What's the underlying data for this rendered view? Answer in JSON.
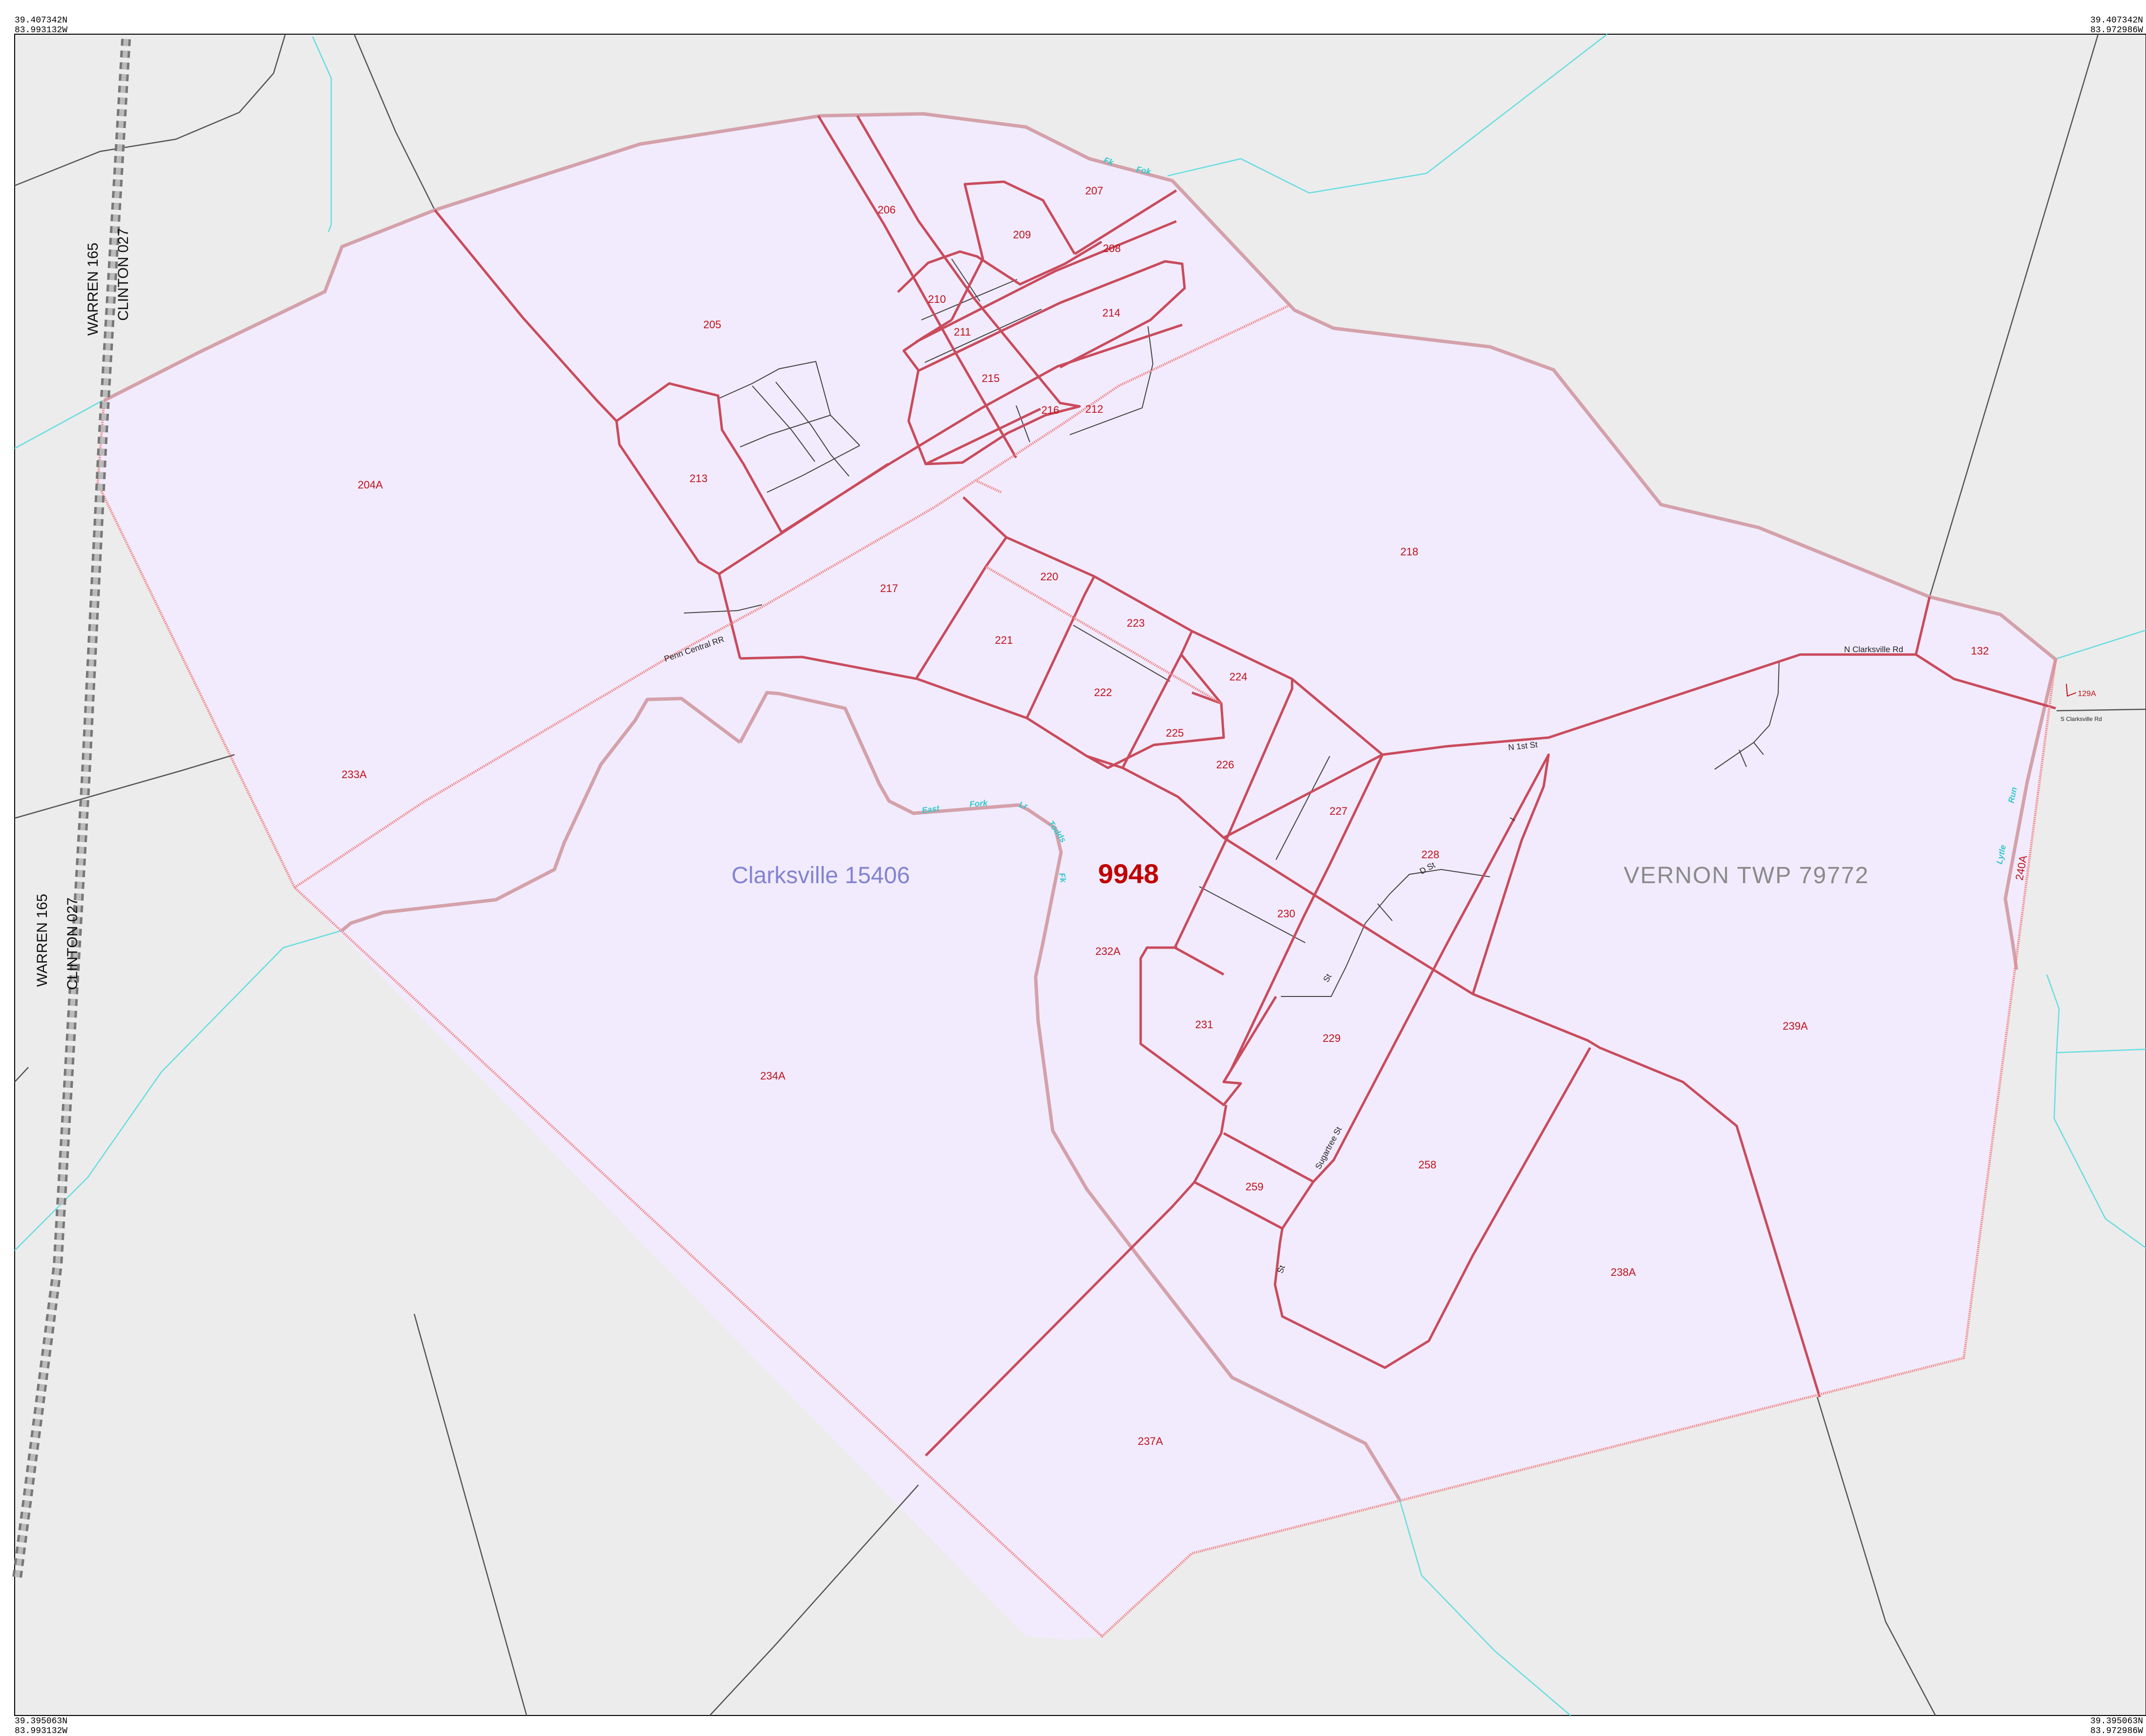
{
  "corners": {
    "top_left": {
      "lat": "39.407342N",
      "lon": "83.993132W"
    },
    "top_right": {
      "lat": "39.407342N",
      "lon": "83.972986W"
    },
    "bottom_left": {
      "lat": "39.395063N",
      "lon": "83.993132W"
    },
    "bottom_right": {
      "lat": "39.395063N",
      "lon": "83.972986W"
    }
  },
  "colors": {
    "frame_bg": "#ececec",
    "tract_fill": "#f1ebfd",
    "block_line": "#c94b5c",
    "place_line": "#d4a1aa",
    "tract_line": "#f08080",
    "water": "#66dde0",
    "road": "#555555"
  },
  "labels": {
    "tract": "9948",
    "place": "Clarksville 15406",
    "township": "VERNON TWP 79772",
    "county_top_a": "WARREN 165",
    "county_top_b": "CLINTON 027",
    "county_bot_a": "WARREN 165",
    "county_bot_b": "CLINTON 027"
  },
  "streets": {
    "penn_central": "Penn Central RR",
    "n_clarksville": "N Clarksville Rd",
    "s_clarksville": "S Clarksville Rd",
    "n_1st": "N 1st St",
    "d_st": "D St",
    "st_a": "St",
    "sugartree": "Sugartree St",
    "st_b": "St",
    "st_c": "I"
  },
  "water_labels": {
    "fork_top_a": "Fk",
    "fork_top_b": "Fok",
    "east": "East",
    "fork": "Fork",
    "little": "Lr",
    "todds": "Todds",
    "fk2": "Fk",
    "lytle": "Lytle",
    "run": "Run"
  },
  "blocks": {
    "b204A": "204A",
    "b205": "205",
    "b206": "206",
    "b207": "207",
    "b208": "208",
    "b209": "209",
    "b210": "210",
    "b211": "211",
    "b212": "212",
    "b213": "213",
    "b214": "214",
    "b215": "215",
    "b216": "216",
    "b217": "217",
    "b218": "218",
    "b220": "220",
    "b221": "221",
    "b222": "222",
    "b223": "223",
    "b224": "224",
    "b225": "225",
    "b226": "226",
    "b227": "227",
    "b228": "228",
    "b229": "229",
    "b230": "230",
    "b231": "231",
    "b232A": "232A",
    "b233A": "233A",
    "b234A": "234A",
    "b237A": "237A",
    "b238A": "238A",
    "b239A": "239A",
    "b240A": "240A",
    "b258": "258",
    "b259": "259",
    "b132": "132",
    "b129A": "129A"
  }
}
